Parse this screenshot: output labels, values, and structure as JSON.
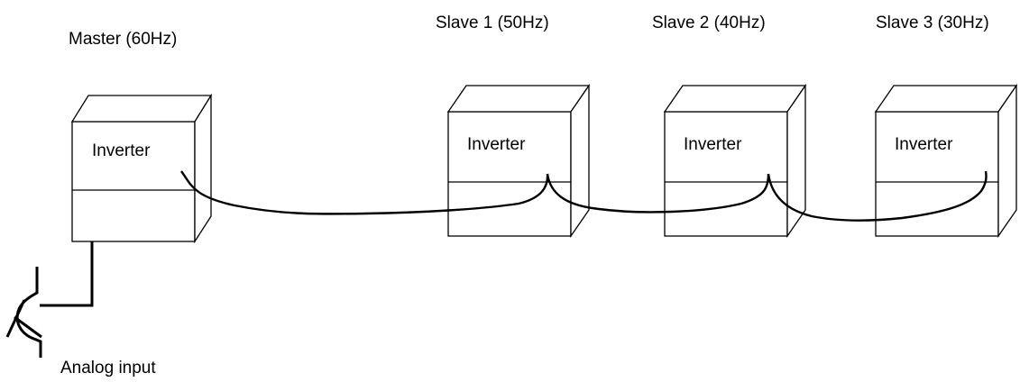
{
  "diagram": {
    "master": {
      "label": "Master (60Hz)",
      "box_label": "Inverter"
    },
    "slaves": [
      {
        "label": "Slave 1 (50Hz)",
        "box_label": "Inverter"
      },
      {
        "label": "Slave 2 (40Hz)",
        "box_label": "Inverter"
      },
      {
        "label": "Slave 3 (30Hz)",
        "box_label": "Inverter"
      }
    ],
    "analog_input_label": "Analog input"
  }
}
